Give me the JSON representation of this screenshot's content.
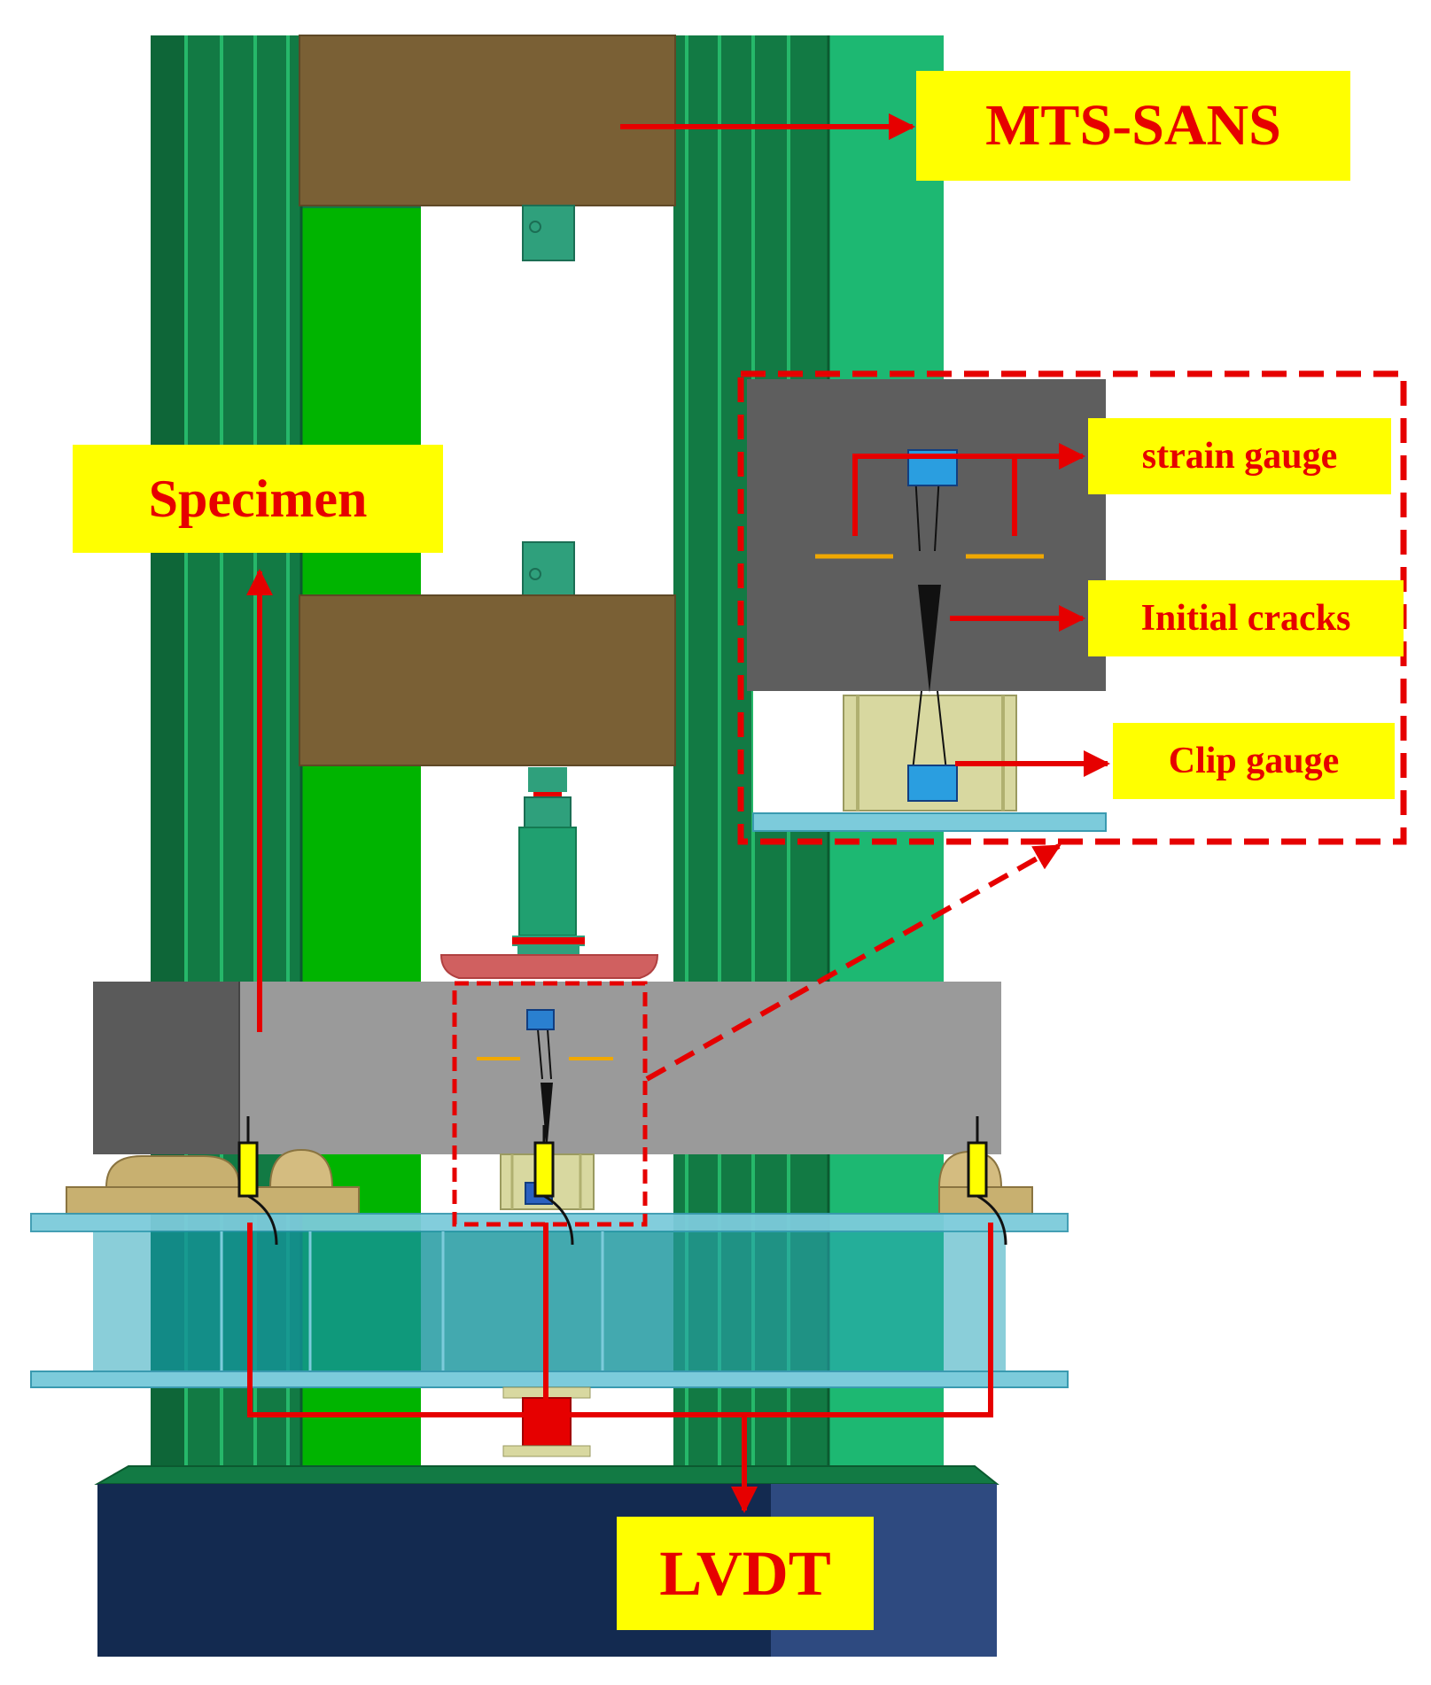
{
  "labels": {
    "machine": "MTS-SANS",
    "specimen": "Specimen",
    "strain_gauge": "strain  gauge",
    "initial_cracks": "Initial  cracks",
    "clip_gauge": "Clip  gauge",
    "lvdt": "LVDT"
  },
  "colors": {
    "annotation_red": "#e60000",
    "label_yellow": "#ffff00",
    "frame_green": "#1a9a5c",
    "bright_green": "#00b400",
    "crosshead_brown": "#7a6035",
    "base_navy": "#1a2e55",
    "specimen_gray": "#999999",
    "table_cyan": "#5fb8c8",
    "gauge_blue": "#2a9ee0",
    "notch_orange": "#f0a800"
  }
}
